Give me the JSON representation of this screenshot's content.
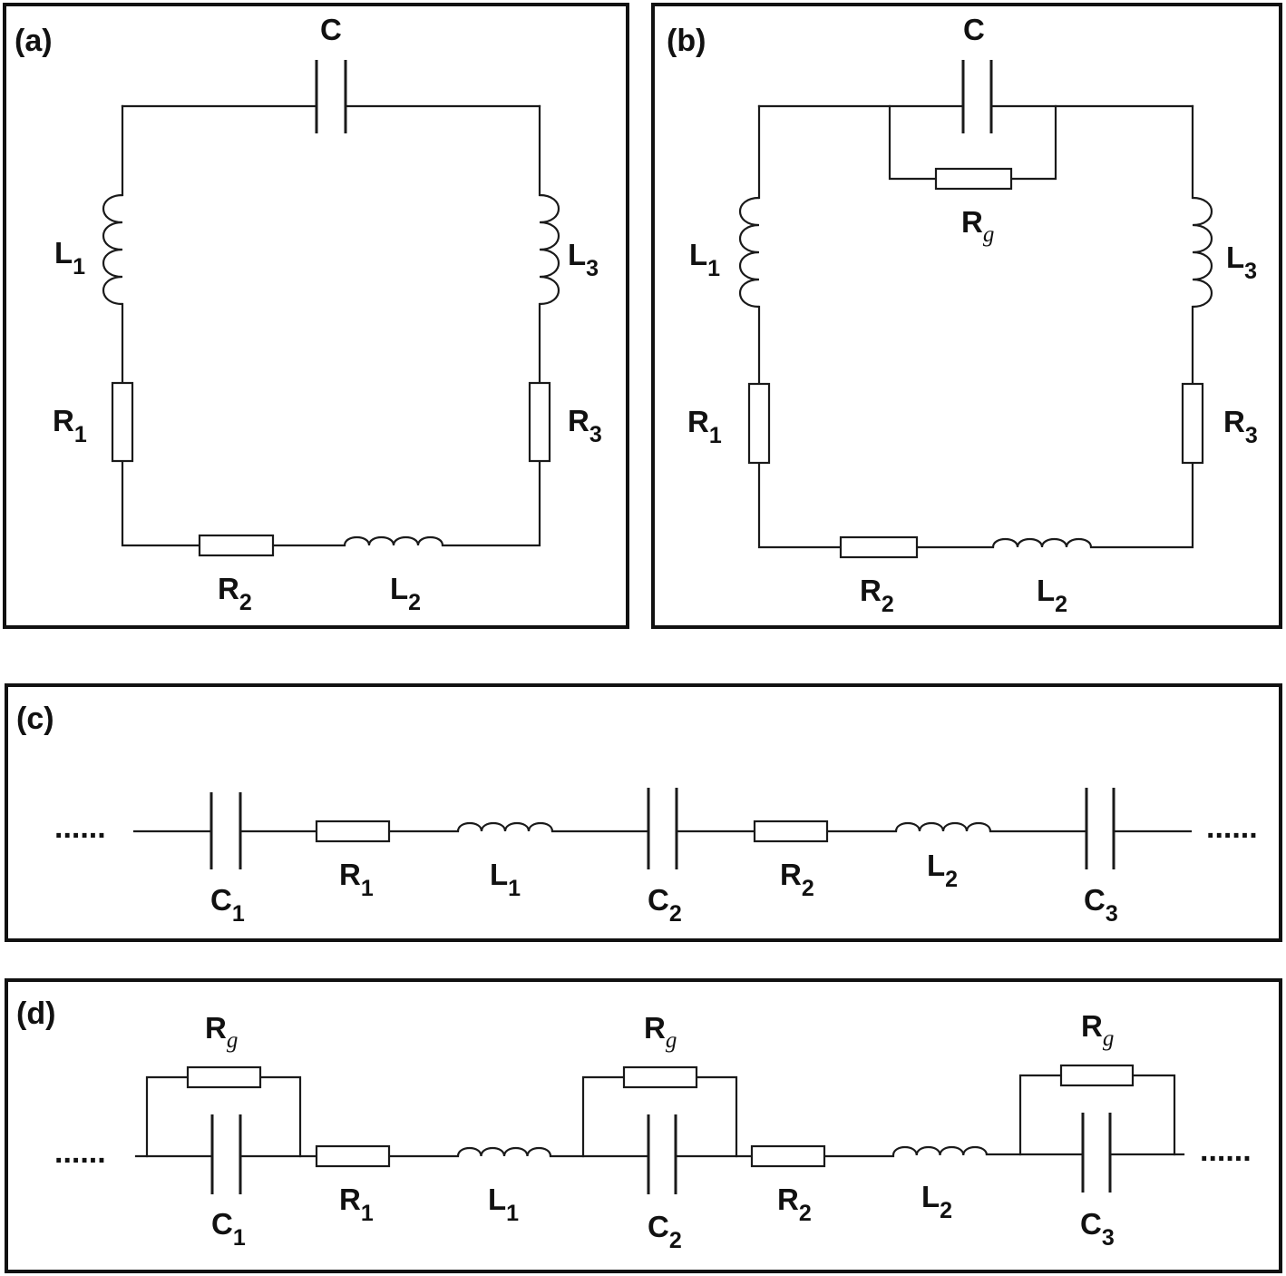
{
  "panels": {
    "a": {
      "label": "(a)",
      "C": "C",
      "L1": {
        "main": "L",
        "sub": "1"
      },
      "L2": {
        "main": "L",
        "sub": "2"
      },
      "L3": {
        "main": "L",
        "sub": "3"
      },
      "R1": {
        "main": "R",
        "sub": "1"
      },
      "R2": {
        "main": "R",
        "sub": "2"
      },
      "R3": {
        "main": "R",
        "sub": "3"
      }
    },
    "b": {
      "label": "(b)",
      "C": "C",
      "Rg": {
        "main": "R",
        "sub": "g"
      },
      "L1": {
        "main": "L",
        "sub": "1"
      },
      "L2": {
        "main": "L",
        "sub": "2"
      },
      "L3": {
        "main": "L",
        "sub": "3"
      },
      "R1": {
        "main": "R",
        "sub": "1"
      },
      "R2": {
        "main": "R",
        "sub": "2"
      },
      "R3": {
        "main": "R",
        "sub": "3"
      }
    },
    "c": {
      "label": "(c)",
      "ellipsis": "......",
      "C1": {
        "main": "C",
        "sub": "1"
      },
      "C2": {
        "main": "C",
        "sub": "2"
      },
      "C3": {
        "main": "C",
        "sub": "3"
      },
      "R1": {
        "main": "R",
        "sub": "1"
      },
      "R2": {
        "main": "R",
        "sub": "2"
      },
      "L1": {
        "main": "L",
        "sub": "1"
      },
      "L2": {
        "main": "L",
        "sub": "2"
      }
    },
    "d": {
      "label": "(d)",
      "ellipsis": "......",
      "Rg": {
        "main": "R",
        "sub": "g"
      },
      "C1": {
        "main": "C",
        "sub": "1"
      },
      "C2": {
        "main": "C",
        "sub": "2"
      },
      "C3": {
        "main": "C",
        "sub": "3"
      },
      "R1": {
        "main": "R",
        "sub": "1"
      },
      "R2": {
        "main": "R",
        "sub": "2"
      },
      "L1": {
        "main": "L",
        "sub": "1"
      },
      "L2": {
        "main": "L",
        "sub": "2"
      }
    }
  }
}
